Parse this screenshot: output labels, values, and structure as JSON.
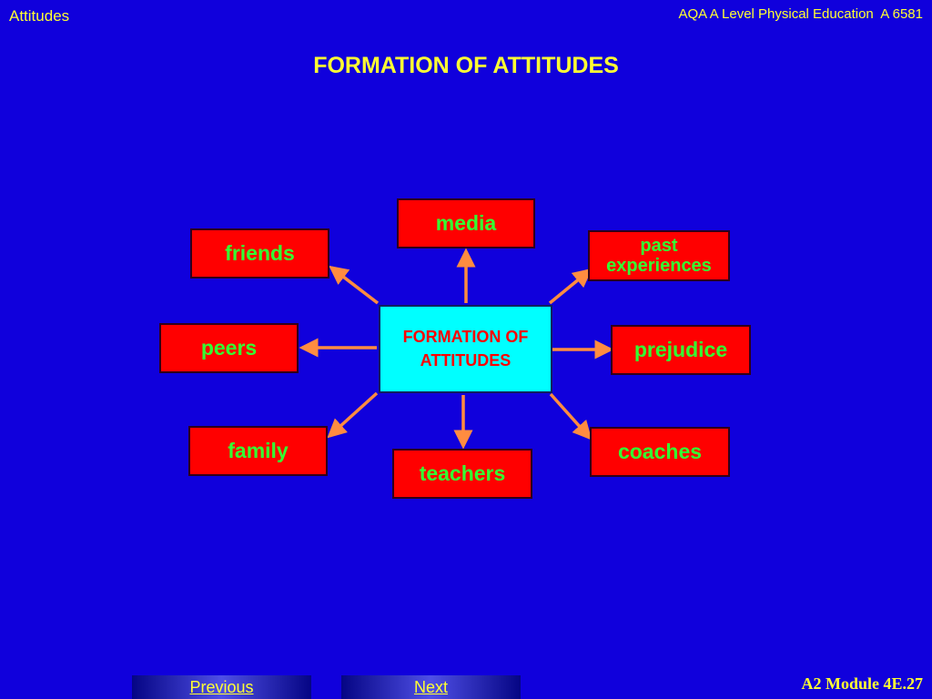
{
  "header": {
    "left": "Attitudes",
    "right": "AQA A Level Physical Education  A 6581"
  },
  "title": "FORMATION OF ATTITUDES",
  "diagram": {
    "center_line1": "FORMATION OF",
    "center_line2": "ATTITUDES",
    "nodes": {
      "media": "media",
      "friends": "friends",
      "past_line1": "past",
      "past_line2": "experiences",
      "peers": "peers",
      "prejudice": "prejudice",
      "family": "family",
      "teachers": "teachers",
      "coaches": "coaches"
    }
  },
  "colors": {
    "background": "#1000dc",
    "node_fill": "#ff0000",
    "node_text": "#33ff33",
    "center_fill": "#00ffff",
    "center_text": "#ff0000",
    "arrow": "#ff8c40",
    "header_text": "#ffff33"
  },
  "nav": {
    "previous": "Previous",
    "next": "Next"
  },
  "footer": {
    "module": "A2 Module 4E.27"
  }
}
